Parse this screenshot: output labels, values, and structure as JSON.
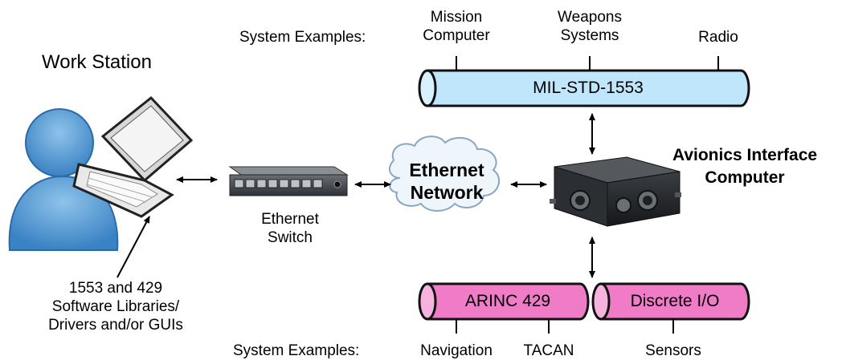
{
  "workstation": {
    "title": "Work Station",
    "software_line1": "1553 and 429",
    "software_line2": "Software Libraries/",
    "software_line3": "Drivers and/or GUIs"
  },
  "switch": {
    "line1": "Ethernet",
    "line2": "Switch"
  },
  "network": {
    "line1": "Ethernet",
    "line2": "Network"
  },
  "computer": {
    "line1": "Avionics Interface",
    "line2": "Computer"
  },
  "top_bus": {
    "examples_label": "System Examples:",
    "name": "MIL-STD-1553",
    "color": "#bfe6fb",
    "devices": [
      {
        "line1": "Mission",
        "line2": "Computer"
      },
      {
        "line1": "Weapons",
        "line2": "Systems"
      },
      {
        "line1": "Radio",
        "line2": ""
      }
    ]
  },
  "bottom_buses": {
    "examples_label": "System Examples:",
    "color": "#f07cc8",
    "arinc": {
      "name": "ARINC 429",
      "devices": [
        "Navigation",
        "TACAN"
      ]
    },
    "discrete": {
      "name": "Discrete I/O",
      "devices": [
        "Sensors"
      ]
    }
  }
}
